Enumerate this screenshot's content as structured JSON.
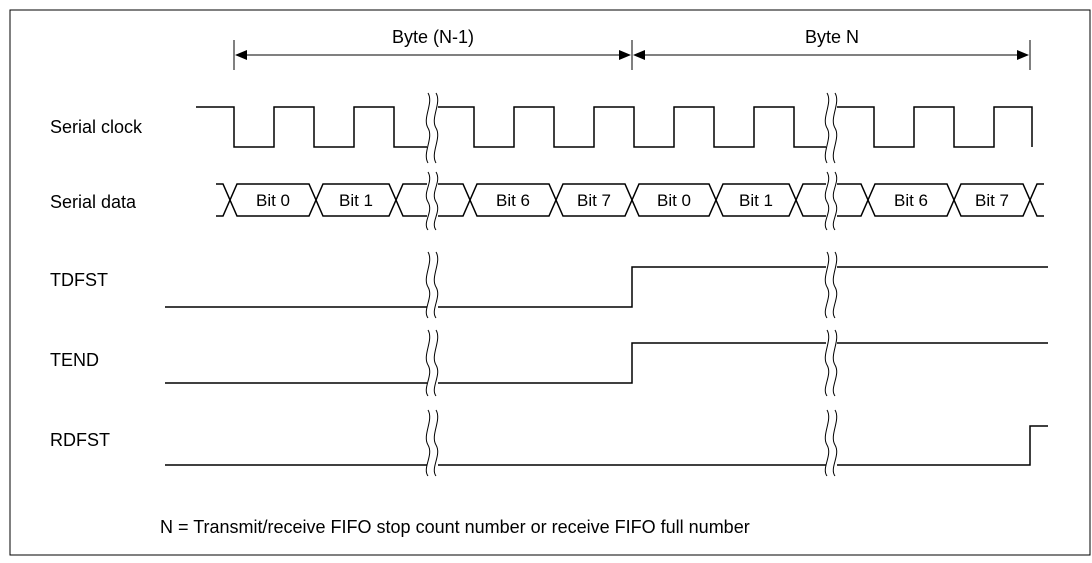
{
  "byte_labels": {
    "prev": "Byte (N-1)",
    "next": "Byte N"
  },
  "signals": {
    "serial_clock": "Serial clock",
    "serial_data": "Serial data",
    "tdfst": "TDFST",
    "tend": "TEND",
    "rdfst": "RDFST"
  },
  "data_cells": [
    "Bit 0",
    "Bit 1",
    "Bit 6",
    "Bit 7",
    "Bit 0",
    "Bit 1",
    "Bit 6",
    "Bit 7"
  ],
  "footnote": "N = Transmit/receive FIFO stop count number or receive FIFO full number"
}
